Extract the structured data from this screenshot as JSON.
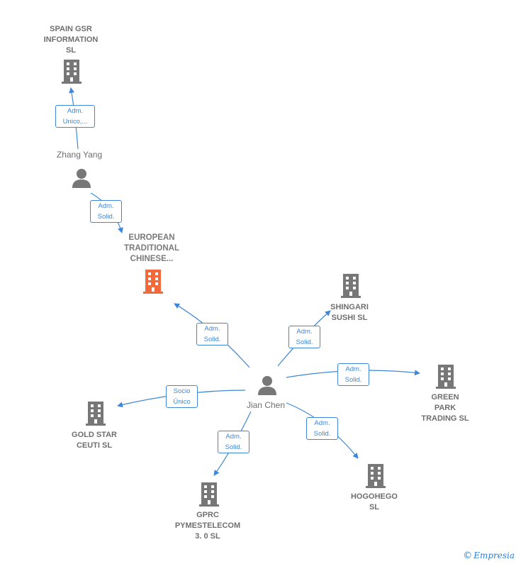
{
  "colors": {
    "edge": "#3f87d9",
    "company": "#777777",
    "focus_company": "#f26a3c",
    "person": "#777777"
  },
  "nodes": {
    "spain_gsr": {
      "name": "SPAIN GSR\nINFORMATION\nSL",
      "icon": "building-icon"
    },
    "zhang_yang": {
      "name": "Zhang Yang",
      "icon": "person-icon"
    },
    "european": {
      "name": "EUROPEAN\nTRADITIONAL\nCHINESE...",
      "icon": "building-icon"
    },
    "shingari": {
      "name": "SHINGARI\nSUSHI  SL",
      "icon": "building-icon"
    },
    "jian_chen": {
      "name": "Jian Chen",
      "icon": "person-icon"
    },
    "green_park": {
      "name": "GREEN\nPARK\nTRADING  SL",
      "icon": "building-icon"
    },
    "gold_star": {
      "name": "GOLD STAR\nCEUTI SL",
      "icon": "building-icon"
    },
    "hogohego": {
      "name": "HOGOHEGO\nSL",
      "icon": "building-icon"
    },
    "gprc": {
      "name": "GPRC\nPYMESTELECOM\n3. 0  SL",
      "icon": "building-icon"
    }
  },
  "edges": {
    "zhang_spain": [
      "Adm.",
      "Unico,..."
    ],
    "zhang_european": [
      "Adm.",
      "Solid."
    ],
    "jian_european": [
      "Adm.",
      "Solid."
    ],
    "jian_shingari": [
      "Adm.",
      "Solid."
    ],
    "jian_green": [
      "Adm.",
      "Solid."
    ],
    "jian_gold": [
      "Socio",
      "Único"
    ],
    "jian_hogohego": [
      "Adm.",
      "Solid."
    ],
    "jian_gprc": [
      "Adm.",
      "Solid."
    ]
  },
  "brand": {
    "symbol": "©",
    "name": "Empresia"
  }
}
